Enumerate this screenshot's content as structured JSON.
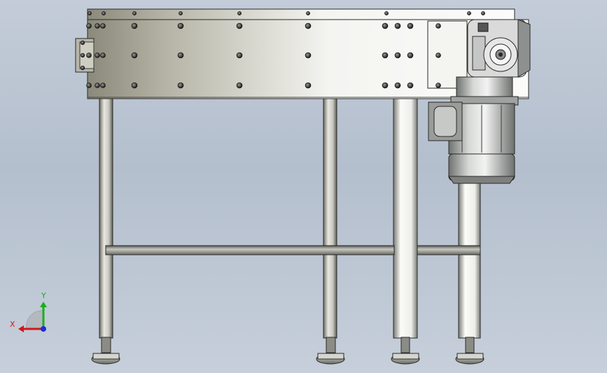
{
  "viewport": {
    "background_top": "#c3ccd8",
    "background_bottom": "#c6cfda"
  },
  "model": {
    "description_icon": "belt-conveyor-with-gear-motor"
  },
  "triad": {
    "x_label": "X",
    "y_label": "Y",
    "x_color": "#d01818",
    "y_color": "#18b018",
    "z_color": "#1830d8"
  }
}
